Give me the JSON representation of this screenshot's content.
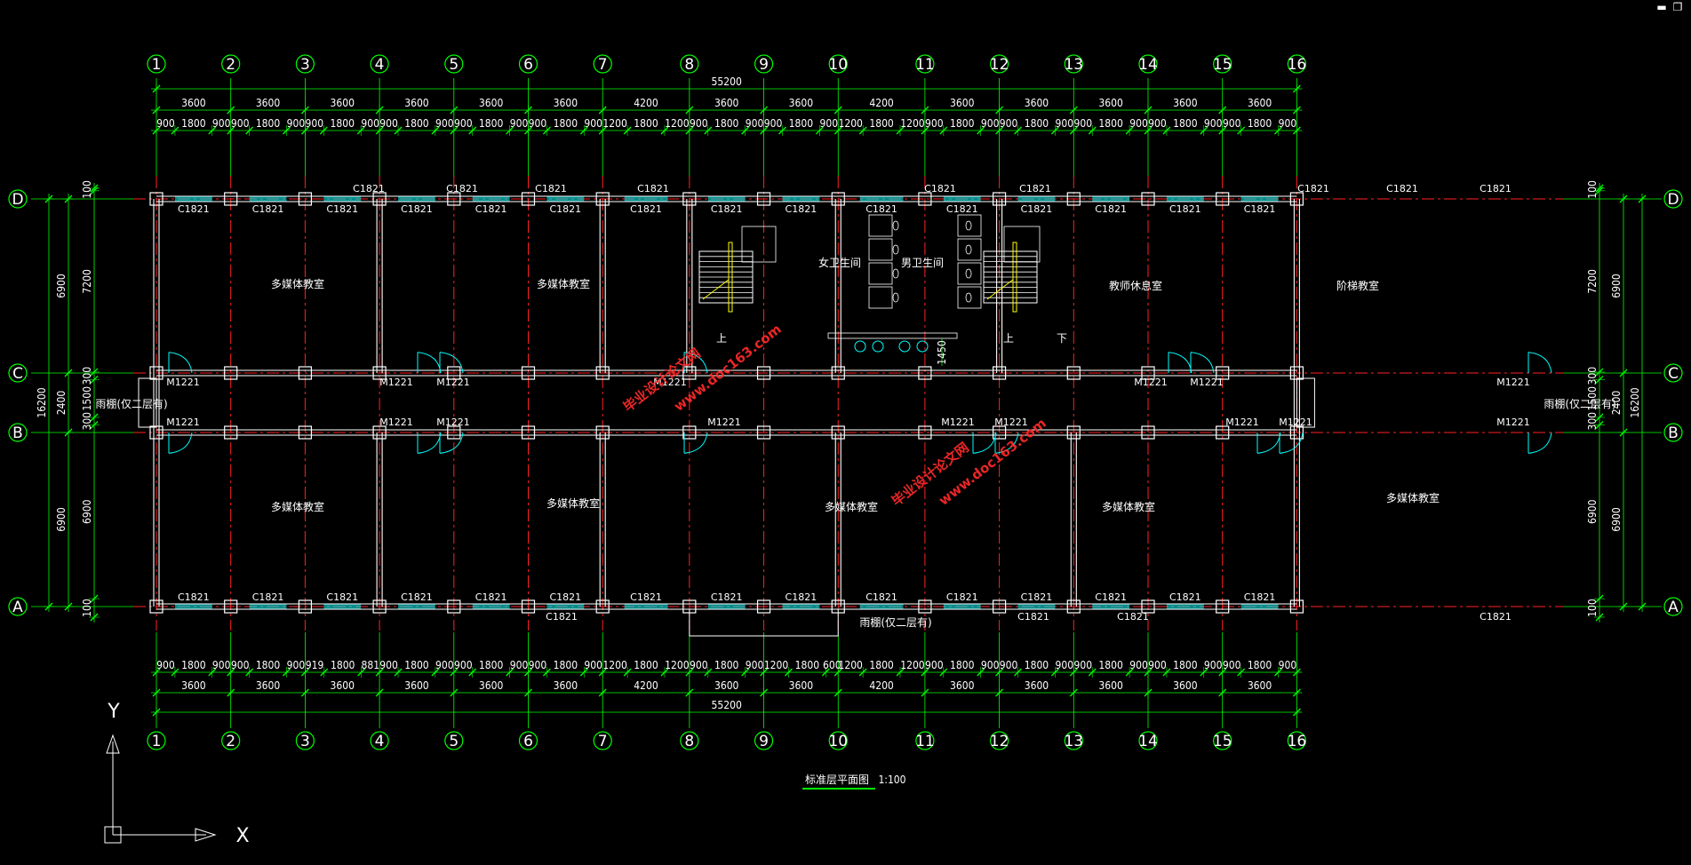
{
  "window_controls": {
    "minimize": "▬",
    "restore": "❐"
  },
  "colors": {
    "background": "#000000",
    "dimension": "#00ff00",
    "wall": "#ffffff",
    "axis_line": "#ff2020",
    "window": "#00ffff",
    "watermark": "#ff2a2a",
    "stair": "#ffff00"
  },
  "grid": {
    "columns": [
      "1",
      "2",
      "3",
      "4",
      "5",
      "6",
      "7",
      "8",
      "9",
      "10",
      "11",
      "12",
      "13",
      "14",
      "15",
      "16"
    ],
    "rows": [
      "A",
      "B",
      "C",
      "D"
    ],
    "top_total": "55200",
    "bottom_total": "55200",
    "bay_spacings": [
      "3600",
      "3600",
      "3600",
      "3600",
      "3600",
      "3600",
      "4200",
      "3600",
      "3600",
      "4200",
      "3600",
      "3600",
      "3600",
      "3600",
      "3600"
    ],
    "top_details": [
      "900",
      "1800",
      "900",
      "900",
      "1800",
      "900",
      "900",
      "1800",
      "900",
      "900",
      "1800",
      "900",
      "900",
      "1800",
      "900",
      "900",
      "1800",
      "900",
      "1200",
      "1800",
      "1200",
      "900",
      "1800",
      "900",
      "900",
      "1800",
      "900",
      "1200",
      "1800",
      "1200",
      "900",
      "1800",
      "900",
      "900",
      "1800",
      "900",
      "900",
      "1800",
      "900",
      "900",
      "1800",
      "900",
      "900",
      "1800",
      "900"
    ],
    "bottom_details": [
      "900",
      "1800",
      "900",
      "900",
      "1800",
      "900",
      "919",
      "1800",
      "881",
      "900",
      "1800",
      "900",
      "900",
      "1800",
      "900",
      "900",
      "1800",
      "900",
      "1200",
      "1800",
      "1200",
      "900",
      "1800",
      "900",
      "1200",
      "1800",
      "600",
      "1200",
      "1800",
      "1200",
      "900",
      "1800",
      "900",
      "900",
      "1800",
      "900",
      "900",
      "1800",
      "900",
      "900",
      "1800",
      "900",
      "900",
      "1800",
      "900"
    ]
  },
  "side_dims": {
    "left_total": "16200",
    "right_total": "16200",
    "outer": [
      "6900",
      "2400",
      "6900"
    ],
    "inner": [
      "100",
      "7200",
      "300",
      "1500",
      "300",
      "6900",
      "100"
    ]
  },
  "rooms": {
    "north": [
      "多媒体教室",
      "多媒体教室",
      "女卫生间",
      "男卫生间",
      "教师休息室",
      "阶梯教室"
    ],
    "south": [
      "多媒体教室",
      "多媒体教室",
      "多媒体教室",
      "多媒体教室",
      "多媒体教室"
    ],
    "canopy_left": "雨棚(仅二层有)",
    "canopy_right": "雨棚(仅二层有)",
    "canopy_bottom": "雨棚(仅二层有)",
    "stair_up_1": "上",
    "stair_up_2": "上",
    "stair_down": "下",
    "toilet_dim": "1450"
  },
  "labels": {
    "window": "C1821",
    "door": "M1221",
    "title": "标准层平面图",
    "scale": "1:100",
    "ucs_x": "X",
    "ucs_y": "Y"
  },
  "watermarks": [
    "毕业设计论文网",
    "www.doc163.com"
  ]
}
